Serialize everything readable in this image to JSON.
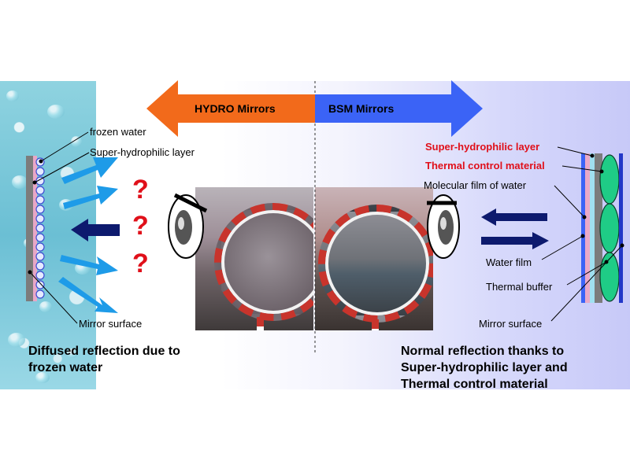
{
  "arrows": {
    "left_label": "HYDRO Mirrors",
    "right_label": "BSM Mirrors"
  },
  "left_side": {
    "labels": [
      "frozen water",
      "Super-hydrophilic layer",
      "Mirror surface"
    ],
    "caption": [
      "Diffused reflection due to",
      "frozen water"
    ],
    "question_mark": "?"
  },
  "right_side": {
    "labels_red": [
      "Super-hydrophilic layer",
      "Thermal control material"
    ],
    "labels": [
      "Molecular film of water",
      "Water film",
      "Thermal buffer",
      "Mirror surface"
    ],
    "caption": [
      "Normal reflection thanks to",
      "Super-hydrophilic layer and",
      "Thermal control material"
    ]
  },
  "colors": {
    "hydro_arrow": "#f26a1b",
    "bsm_arrow": "#3b63f6",
    "light_blue_arrow": "#1e9be8",
    "navy_arrow": "#0d1a6e",
    "red_text": "#e0101a"
  }
}
